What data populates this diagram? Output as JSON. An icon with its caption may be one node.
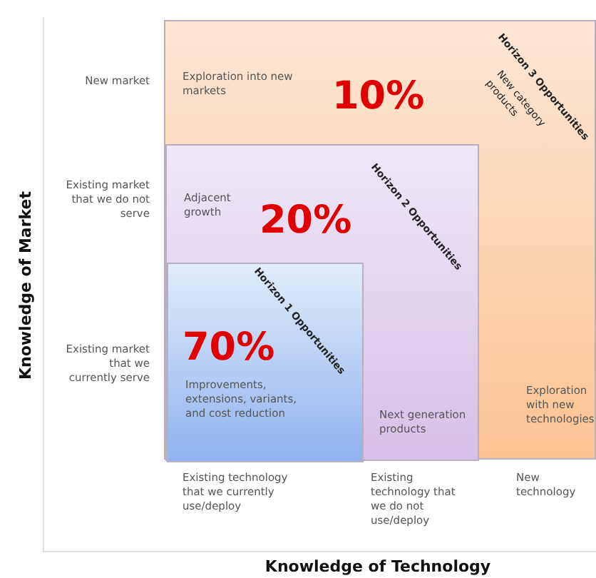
{
  "diagram": {
    "nodes": [
      {
        "text": [
          "Horizon 3 Opportunities",
          "New category products",
          "10%",
          "Exploration into new markets",
          "Exploration with new technologies"
        ]
      },
      {
        "text": [
          "Horizon 2 Opportunities",
          "20%",
          "Adjacent growth",
          "Next generation products"
        ],
        "in": 0
      },
      {
        "text": [
          "Horizon 1 Opportunities",
          "70%",
          "Improvements, extensions, variants, and cost reduction"
        ],
        "in": 1
      }
    ],
    "labels": [
      "New market",
      "Existing market that we do not serve",
      "Existing market that we currently serve",
      "Existing technology that we currently use/deploy",
      "Existing technology that we do not use/deploy",
      "New technology",
      "Knowledge of Market",
      "Knowledge of Technology"
    ]
  }
}
